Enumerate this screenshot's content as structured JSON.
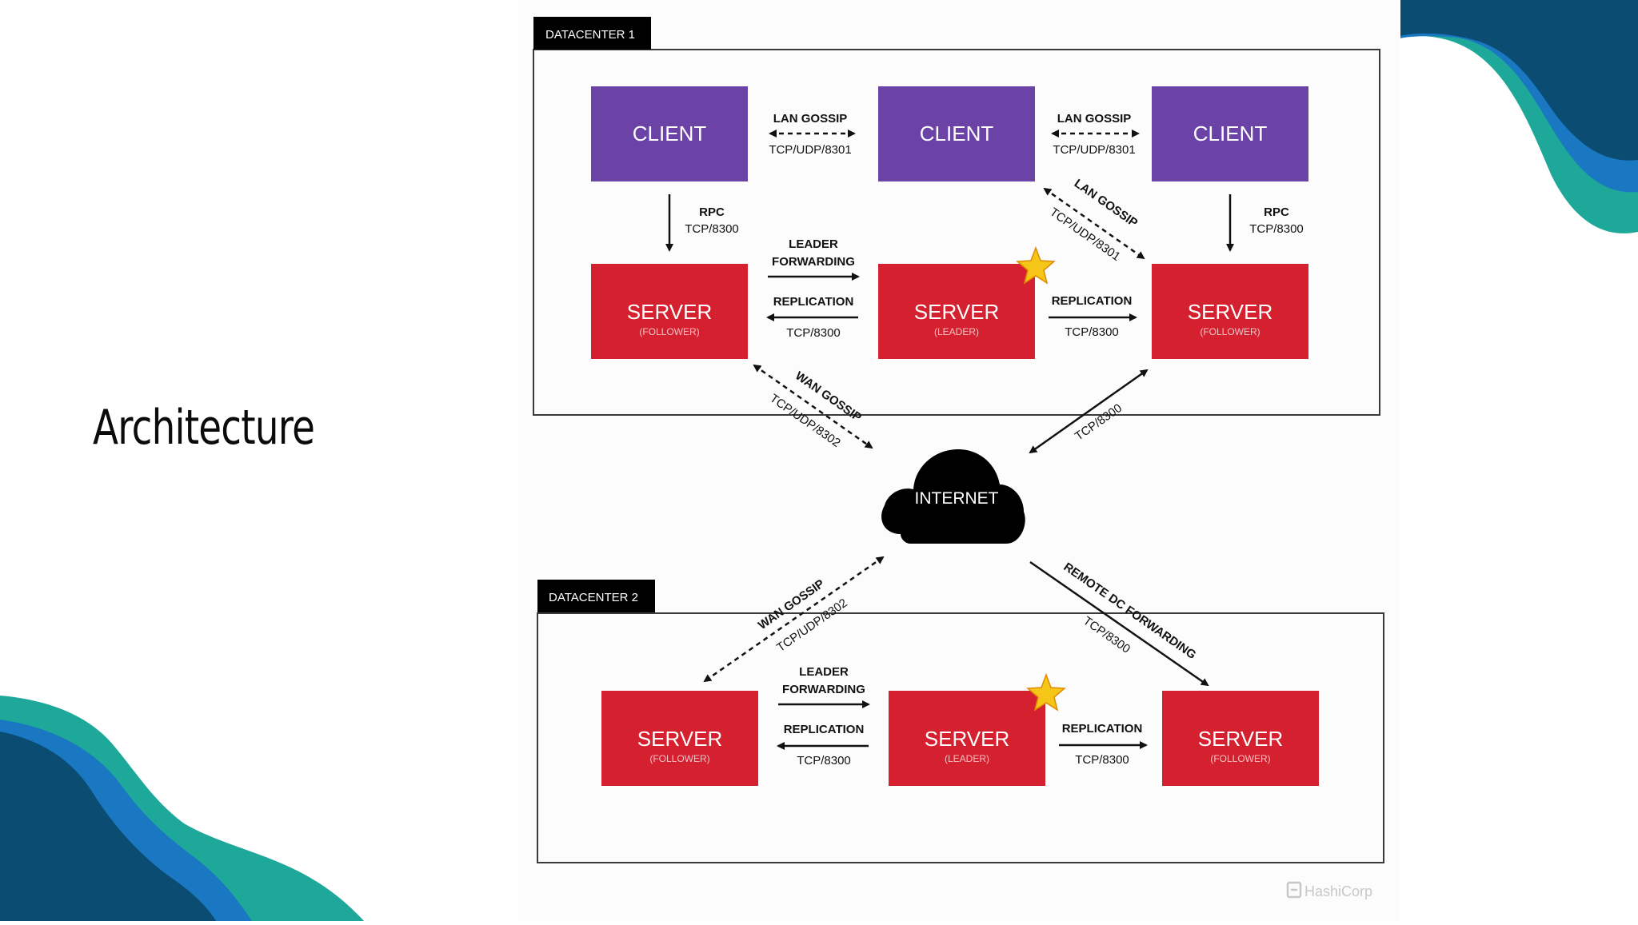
{
  "slide": {
    "title": "Architecture"
  },
  "diagram": {
    "dc1_label": "DATACENTER 1",
    "dc2_label": "DATACENTER 2",
    "client_label": "CLIENT",
    "server_label": "SERVER",
    "follower_label": "(FOLLOWER)",
    "leader_label": "(LEADER)",
    "lan_gossip": "LAN GOSSIP",
    "lan_port": "TCP/UDP/8301",
    "rpc": "RPC",
    "tcp_8300": "TCP/8300",
    "leader": "LEADER",
    "forwarding": "FORWARDING",
    "replication": "REPLICATION",
    "wan_gossip": "WAN GOSSIP",
    "wan_port": "TCP/UDP/8302",
    "internet": "INTERNET",
    "remote_dc_forwarding": "REMOTE DC FORWARDING",
    "brand": "HashiCorp"
  },
  "colors": {
    "client": "#6b43a7",
    "server": "#d4202f",
    "leader_star": "#f5c518",
    "label_bg": "#000000",
    "deco_dark": "#0a4c72",
    "deco_blue": "#1a78c2",
    "deco_teal": "#1ea89a"
  }
}
